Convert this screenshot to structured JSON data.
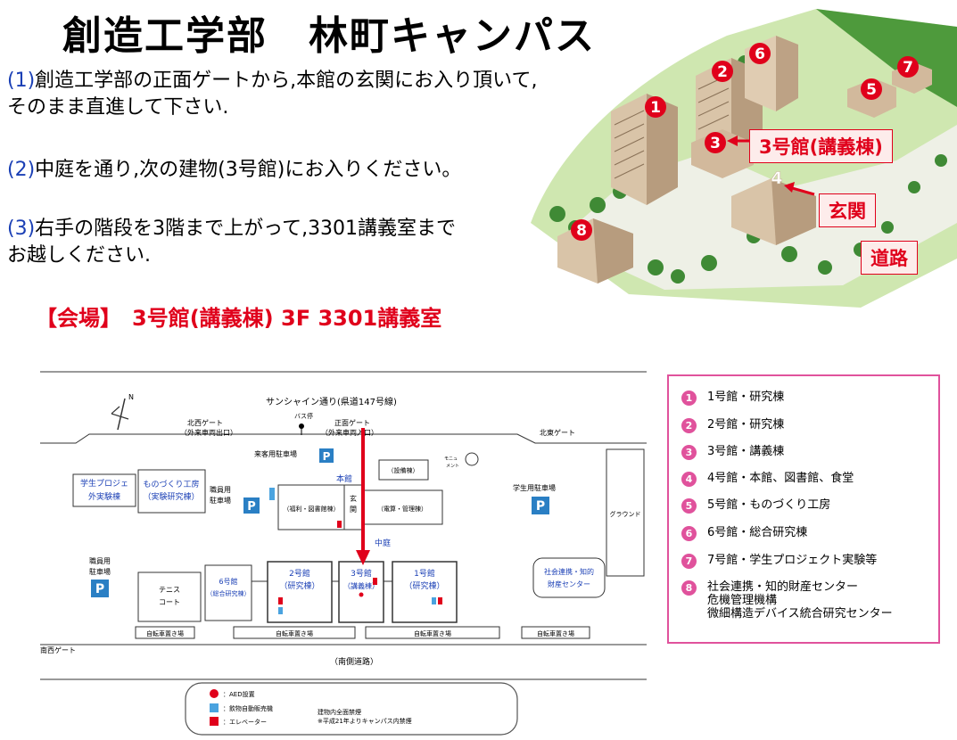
{
  "title": "創造工学部　林町キャンパス",
  "directions": [
    {
      "num": "(1)",
      "lines": [
        "創造工学部の正面ゲートから,本館の玄関にお入り頂いて,",
        "そのまま直進して下さい."
      ]
    },
    {
      "num": "(2)",
      "lines": [
        "中庭を通り,次の建物(3号館)にお入りください。"
      ]
    },
    {
      "num": "(3)",
      "lines": [
        "右手の階段を3階まで上がって,3301講義室まで",
        "お越しください."
      ]
    }
  ],
  "venue": "【会場】　3号館(講義棟)  3F 3301講義室",
  "aerial": {
    "labels": [
      "3号館(講義棟)",
      "玄関",
      "道路"
    ],
    "building_numbers": [
      "1",
      "2",
      "3",
      "4",
      "5",
      "6",
      "7",
      "8"
    ]
  },
  "map": {
    "north": "N",
    "top_road": "サンシャイン通り(県道147号線)",
    "bus_stop": "バス停",
    "nw_gate": [
      "北西ゲート",
      "（外来車両出口）"
    ],
    "main_gate": [
      "正面ゲート",
      "（外来車両入口）"
    ],
    "ne_gate": "北東ゲート",
    "visitor_parking": "来客用駐車場",
    "monument": [
      "モニュ",
      "メント"
    ],
    "student_project": [
      "学生プロジェ",
      "外実験棟"
    ],
    "monozukuri": [
      "ものづくり工房",
      "（実験研究棟）"
    ],
    "staff_parking_1": [
      "職員用",
      "駐車場"
    ],
    "honkan": "本館",
    "equipment": "（設備棟）",
    "welfare": "（福利・図書館棟）",
    "entrance": [
      "玄",
      "関"
    ],
    "electric": "（電算・管理棟）",
    "nakaniwa": "中庭",
    "student_parking": "学生用駐車場",
    "ground": "グラウンド",
    "staff_parking_2": [
      "職員用",
      "駐車場"
    ],
    "tennis": [
      "テニス",
      "コート"
    ],
    "b6": [
      "6号館",
      "（総合研究棟）"
    ],
    "b2": [
      "2号館",
      "（研究棟）"
    ],
    "b3": [
      "3号館",
      "（講義棟）"
    ],
    "b1": [
      "1号館",
      "（研究棟）"
    ],
    "social": [
      "社会連携・知的",
      "財産センター"
    ],
    "bike": [
      "自転車置き場",
      "自転車置き場",
      "自転車置き場",
      "自転車置き場"
    ],
    "sw_gate": "南西ゲート",
    "south_road": "（南側道路）",
    "parking_mark": "P",
    "legend_aed": "：AED設置",
    "legend_vending": "：飲物自動販売機",
    "legend_elevator": "：エレベーター",
    "smoking": [
      "建物内全面禁煙",
      "※平成21年よりキャンパス内禁煙"
    ]
  },
  "legend": [
    {
      "num": "1",
      "lines": [
        "1号館・研究棟"
      ]
    },
    {
      "num": "2",
      "lines": [
        "2号館・研究棟"
      ]
    },
    {
      "num": "3",
      "lines": [
        "3号館・講義棟"
      ]
    },
    {
      "num": "4",
      "lines": [
        "4号館・本館、図書館、食堂"
      ]
    },
    {
      "num": "5",
      "lines": [
        "5号館・ものづくり工房"
      ]
    },
    {
      "num": "6",
      "lines": [
        "6号館・総合研究棟"
      ]
    },
    {
      "num": "7",
      "lines": [
        "7号館・学生プロジェクト実験等"
      ]
    },
    {
      "num": "8",
      "lines": [
        "社会連携・知的財産センター",
        "危機管理機構",
        "微細構造デバイス統合研究センター"
      ]
    }
  ],
  "colors": {
    "accent": "#e0001b",
    "pink": "#e0529c",
    "blue": "#1a3fb5",
    "parking": "#2a7fc4"
  }
}
